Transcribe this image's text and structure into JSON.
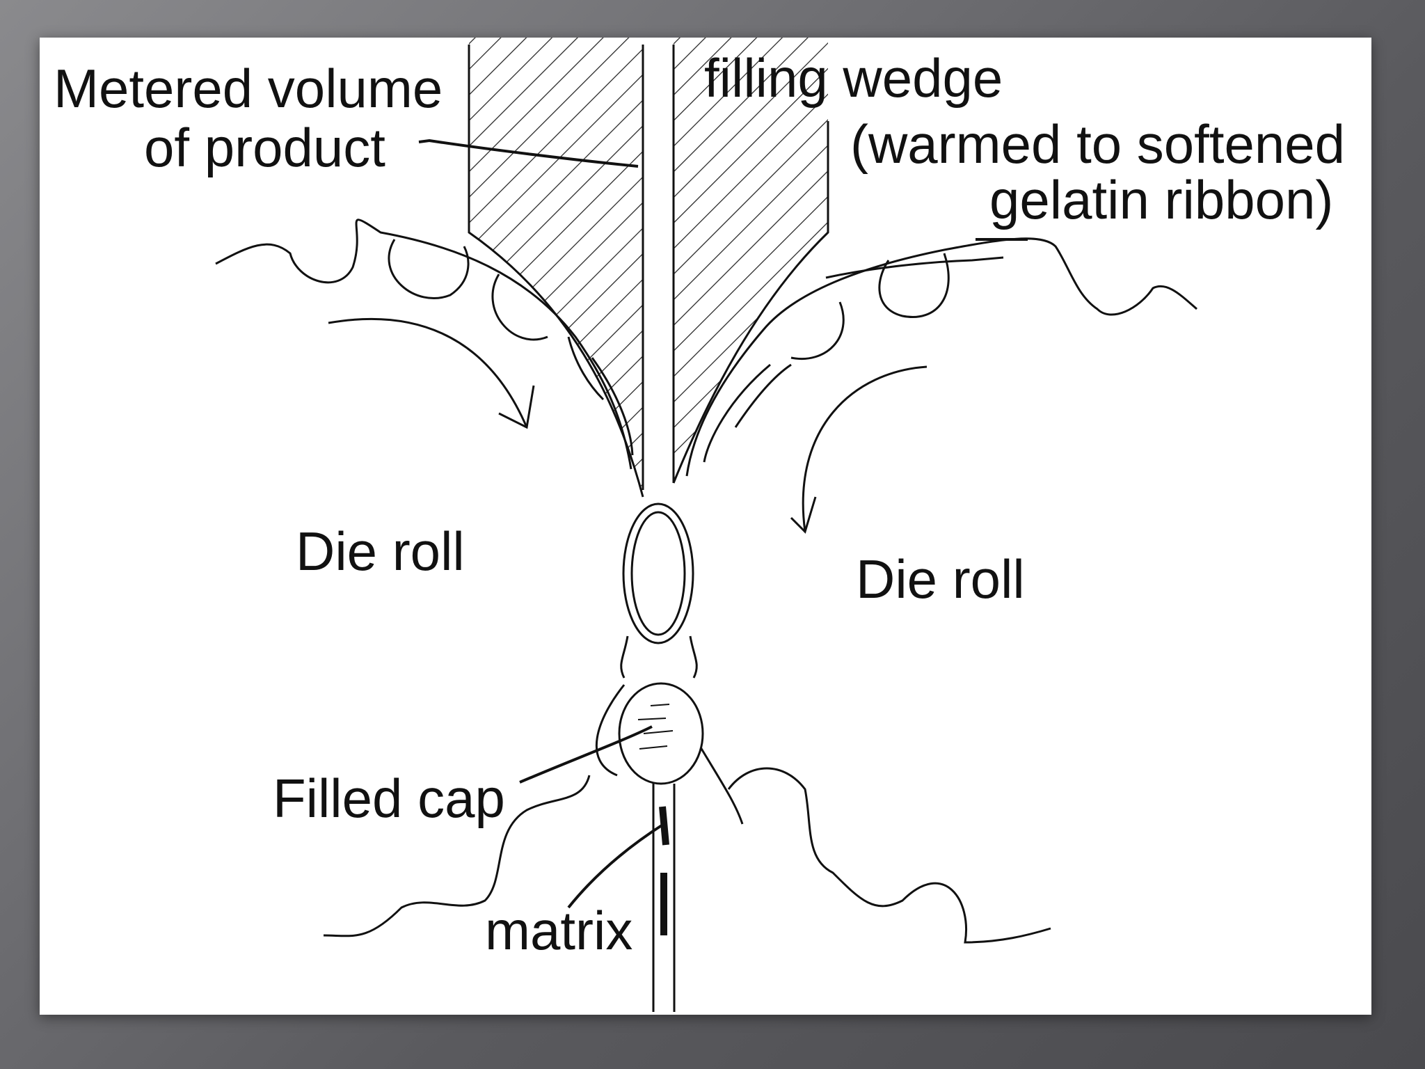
{
  "diagram": {
    "labels": {
      "metered_line1": "Metered volume",
      "metered_line2": "of product",
      "filling_wedge_line1": "filling wedge",
      "filling_wedge_line2": "(warmed to softened",
      "filling_wedge_line3": "gelatin ribbon)",
      "die_roll_left": "Die roll",
      "die_roll_right": "Die roll",
      "filled_cap": "Filled cap",
      "matrix": "matrix"
    },
    "colors": {
      "ink": "#111111",
      "paper": "#ffffff"
    }
  }
}
